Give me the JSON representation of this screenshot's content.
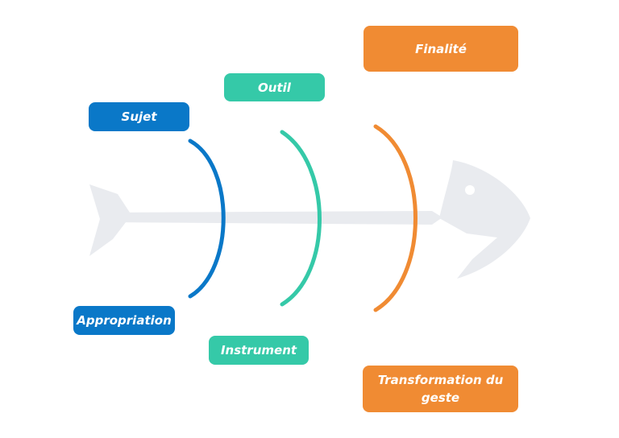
{
  "colors": {
    "skeleton": "#e9ebef",
    "blue": "#0a78c8",
    "teal": "#35c9a8",
    "orange": "#f08b33",
    "label_text": "#ffffff"
  },
  "top_labels": {
    "sujet": "Sujet",
    "outil": "Outil",
    "finalite": "Finalité"
  },
  "bottom_labels": {
    "appropriation": "Appropriation",
    "instrument": "Instrument",
    "transformation": "Transformation du geste"
  }
}
